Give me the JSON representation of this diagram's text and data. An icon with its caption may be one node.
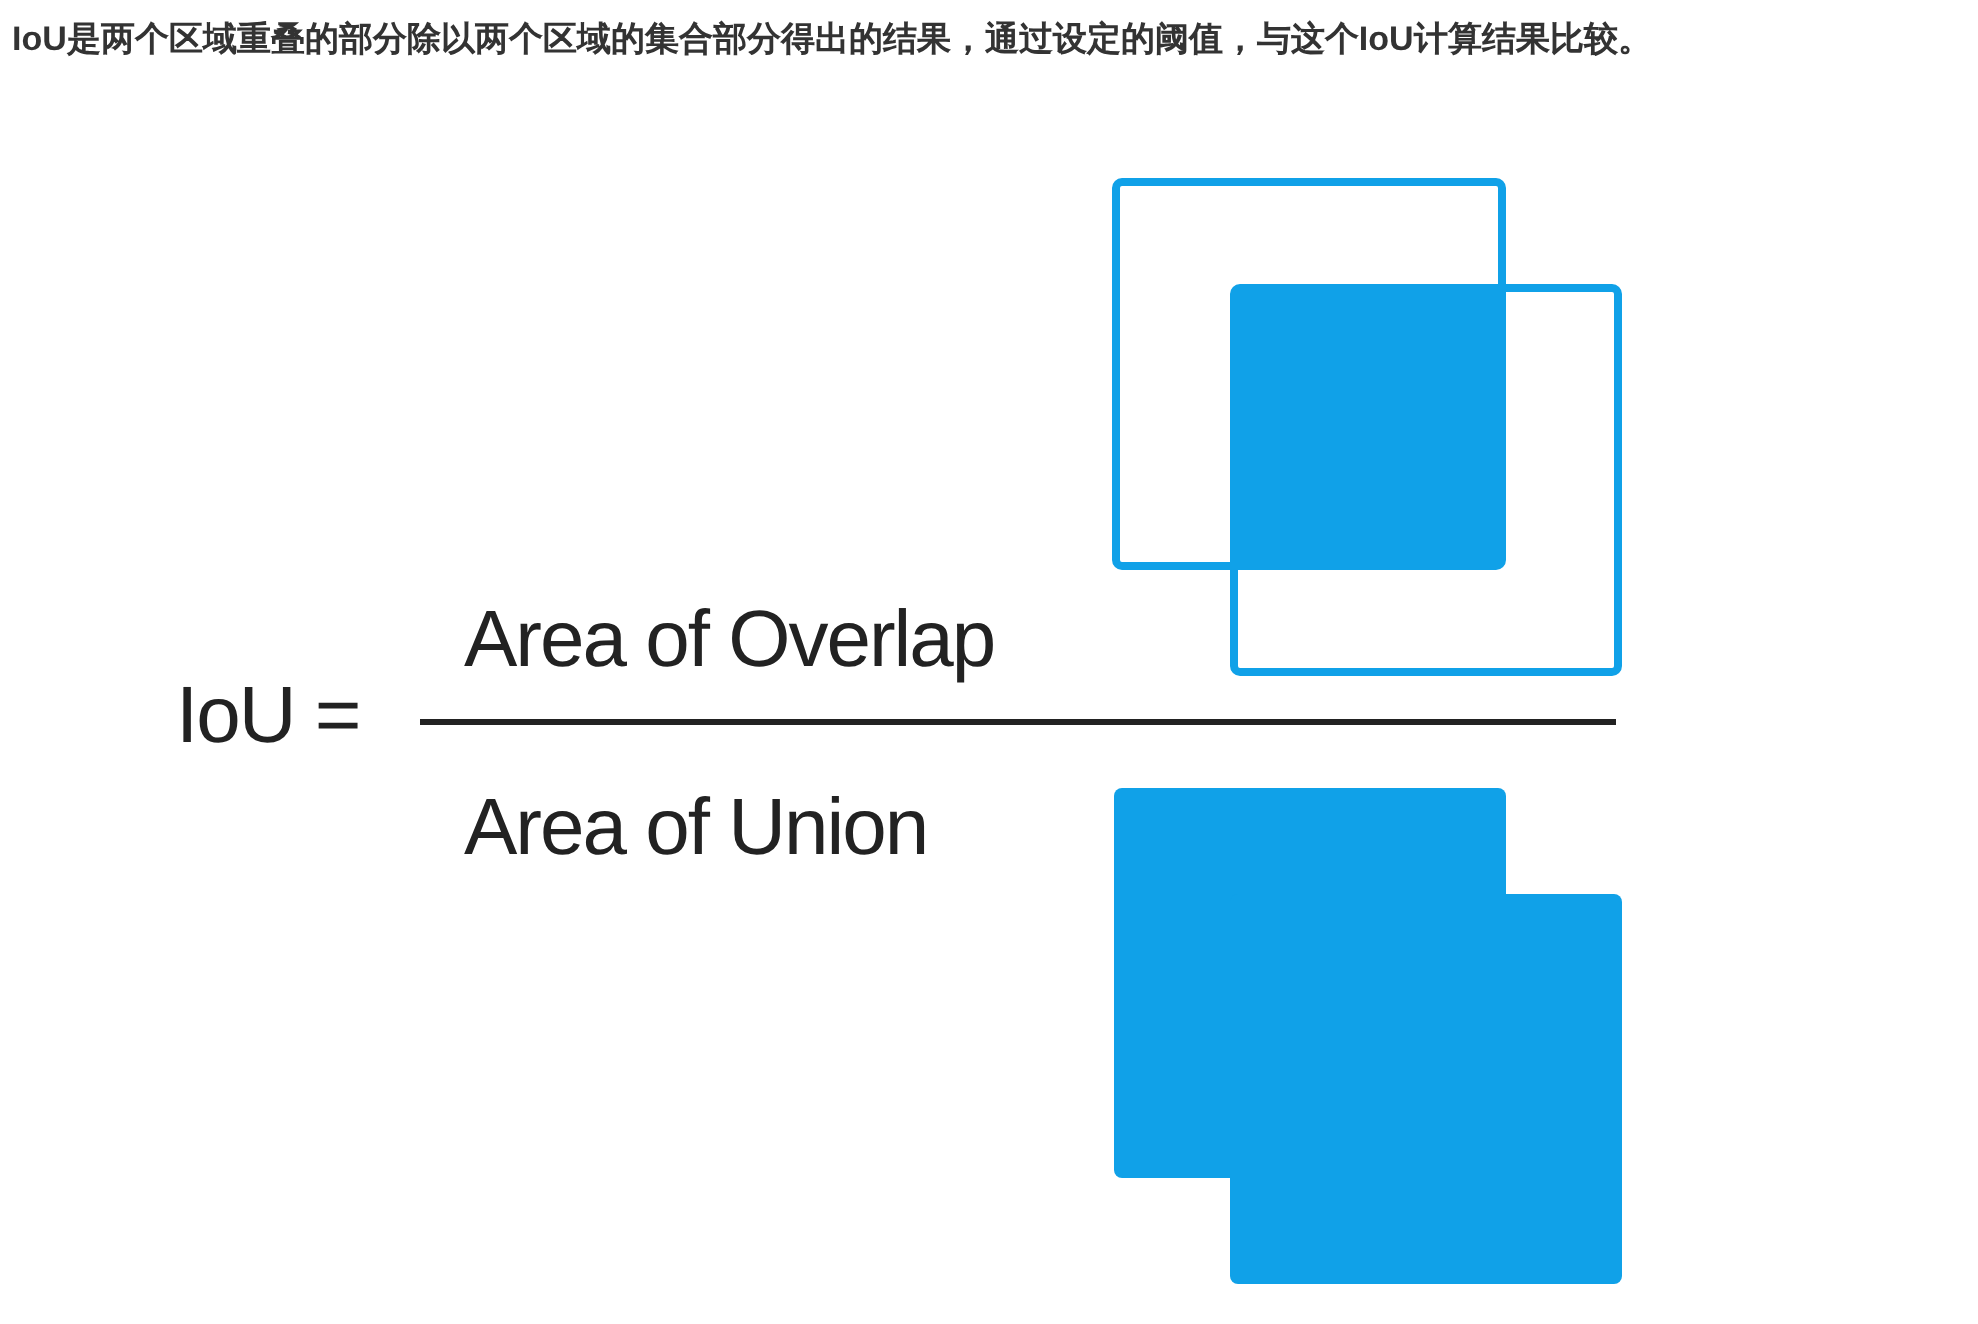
{
  "diagram": {
    "title": "IoU是两个区域重叠的部分除以两个区域的集合部分得出的结果，通过设定的阈值，与这个IoU计算结果比较。",
    "labels": [
      "IoU =",
      "Area of Overlap",
      "Area of Union"
    ]
  }
}
